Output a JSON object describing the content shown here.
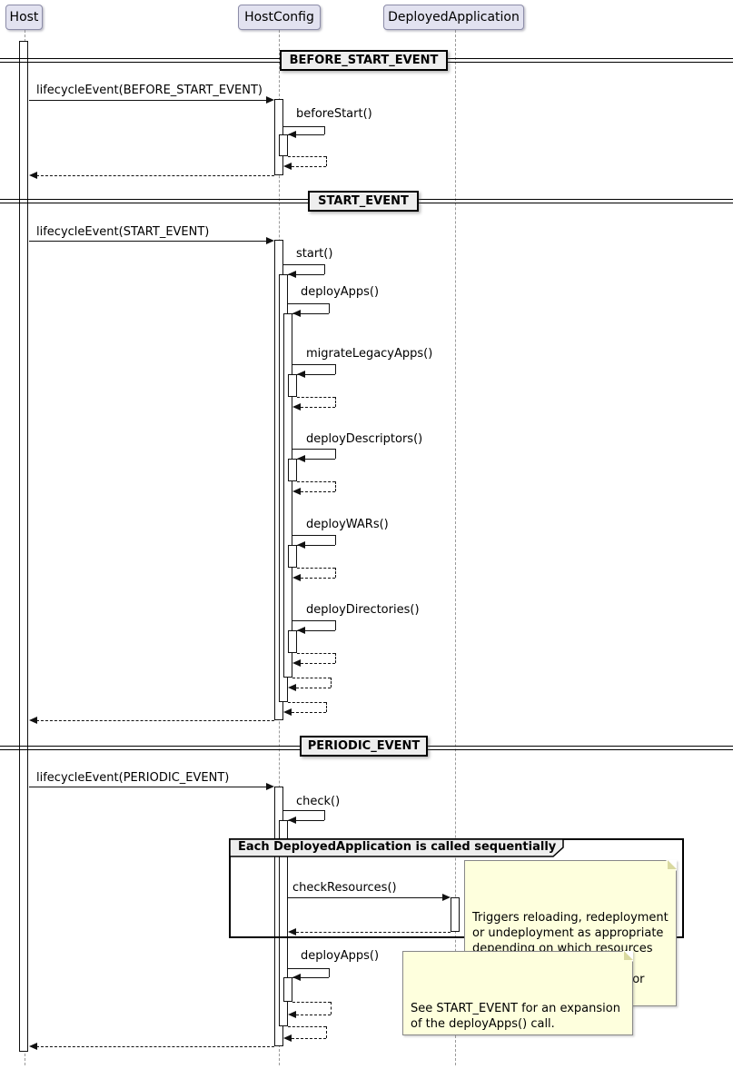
{
  "participants": [
    {
      "label": "Host"
    },
    {
      "label": "HostConfig"
    },
    {
      "label": "DeployedApplication"
    }
  ],
  "dividers": [
    {
      "label": "BEFORE_START_EVENT"
    },
    {
      "label": "START_EVENT"
    },
    {
      "label": "PERIODIC_EVENT"
    }
  ],
  "messages": {
    "lifecycle_before_start": "lifecycleEvent(BEFORE_START_EVENT)",
    "before_start": "beforeStart()",
    "lifecycle_start": "lifecycleEvent(START_EVENT)",
    "start": "start()",
    "deploy_apps": "deployApps()",
    "migrate_legacy_apps": "migrateLegacyApps()",
    "deploy_descriptors": "deployDescriptors()",
    "deploy_wars": "deployWARs()",
    "deploy_directories": "deployDirectories()",
    "lifecycle_periodic": "lifecycleEvent(PERIODIC_EVENT)",
    "check": "check()",
    "check_resources": "checkResources()",
    "deploy_apps_periodic": "deployApps()"
  },
  "frame": {
    "label": "Each DeployedApplication is called sequentially"
  },
  "notes": {
    "check_resources_note": "Triggers reloading, redeployment\nor undeployment as appropriate\ndepending on which resources have\nbeen added, removed and/or changed.",
    "deploy_apps_note": "See START_EVENT for an expansion\nof the deployApps() call."
  },
  "colors": {
    "participant_fill": "#e2e2f0",
    "divider_fill": "#eeeeee",
    "note_fill": "#feffdd",
    "frame_header_fill": "#eeeeee",
    "line": "#111111",
    "lifeline": "#9a9a9a"
  }
}
